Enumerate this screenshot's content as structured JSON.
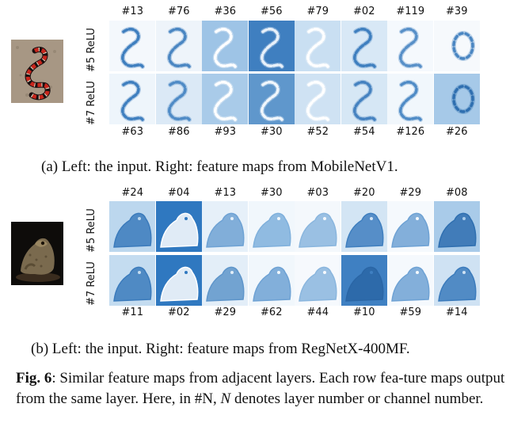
{
  "panel_a": {
    "top_labels": [
      "#13",
      "#76",
      "#36",
      "#56",
      "#79",
      "#02",
      "#119",
      "#39"
    ],
    "bottom_labels": [
      "#63",
      "#86",
      "#93",
      "#30",
      "#52",
      "#54",
      "#126",
      "#26"
    ],
    "row1_label": "#5 ReLU",
    "row2_label": "#7 ReLU",
    "subcaption": "(a) Left: the input. Right: feature maps from MobileNetV1."
  },
  "panel_b": {
    "top_labels": [
      "#24",
      "#04",
      "#13",
      "#30",
      "#03",
      "#20",
      "#29",
      "#08"
    ],
    "bottom_labels": [
      "#11",
      "#02",
      "#29",
      "#62",
      "#44",
      "#10",
      "#59",
      "#14"
    ],
    "row1_label": "#5 ReLU",
    "row2_label": "#7 ReLU",
    "subcaption": "(b) Left: the input. Right: feature maps from RegNetX-400MF."
  },
  "caption": {
    "fig_label": "Fig. 6",
    "text_part1": ": Similar feature maps from adjacent layers. Each row fea-ture maps output from the same layer. Here, in #N, ",
    "italic_n": "N",
    "text_part2": " denotes layer number or channel number."
  },
  "colors": {
    "light": "#e8f1fa",
    "mid": "#7fb0dc",
    "dark": "#2f6fb0",
    "snake_photo_bg": "#a89a86",
    "frog_photo_bg": "#0e0c0a"
  }
}
